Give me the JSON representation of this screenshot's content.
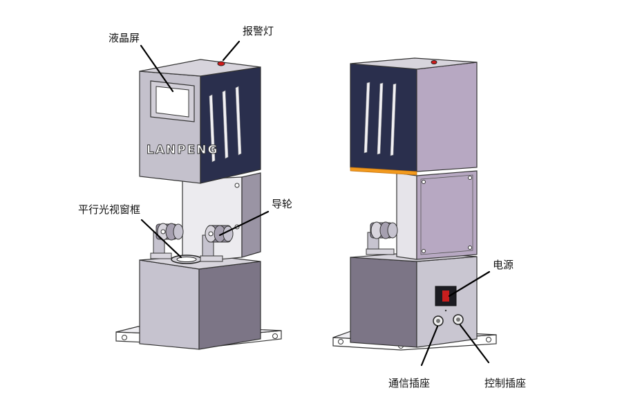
{
  "brand": "LANPENG",
  "labels": {
    "lcd_screen": "液晶屏",
    "alarm_light": "报警灯",
    "parallel_light_window": "平行光视窗框",
    "guide_wheel": "导轮",
    "power": "电源",
    "comm_socket": "通信插座",
    "control_socket": "控制插座"
  },
  "colors": {
    "cabinet_gray": "#c4c1cc",
    "cabinet_shadow": "#7b7684",
    "dark_panel": "#2a2f4d",
    "light_panel": "#e6e4ea",
    "purple_panel": "#b7a8c2",
    "alarm_red": "#d11a1a",
    "orange_strip": "#f29a1e"
  },
  "icons": [
    "power-switch-icon",
    "alarm-light-icon",
    "guide-wheel-icon",
    "socket-icon"
  ]
}
